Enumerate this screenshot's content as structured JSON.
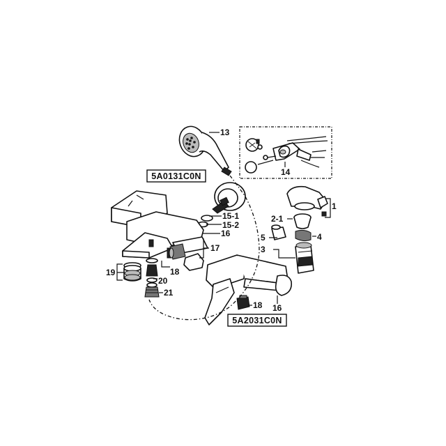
{
  "labels": {
    "l13": "13",
    "l14": "14",
    "l1": "1",
    "l2_1": "2-1",
    "l5": "5",
    "l4": "4",
    "l3": "3",
    "l15_1": "15-1",
    "l15_2": "15-2",
    "l16a": "16",
    "l17": "17",
    "l18a": "18",
    "l19": "19",
    "l20": "20",
    "l21": "21",
    "l18b": "18",
    "l16b": "16"
  },
  "models": {
    "bath": "5A0131C0N",
    "shower": "5A2031C0N"
  }
}
